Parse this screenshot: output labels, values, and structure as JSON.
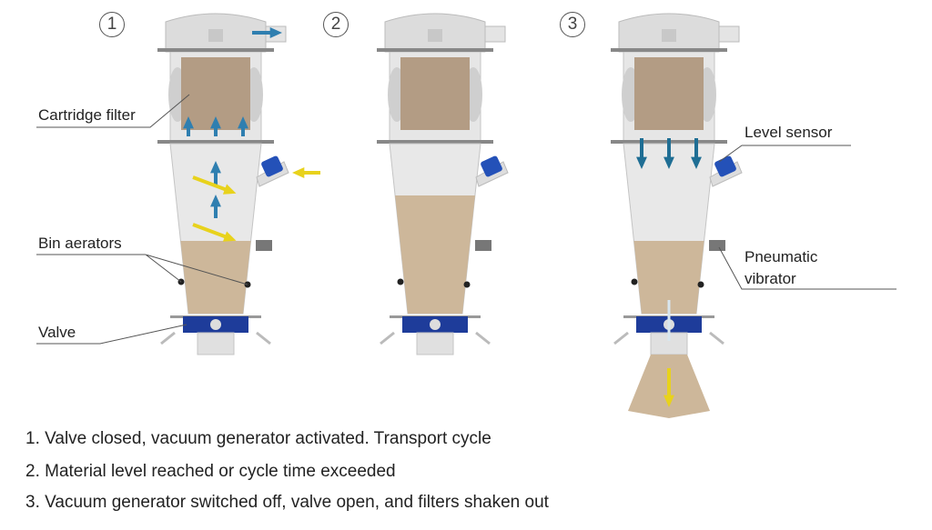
{
  "steps": [
    "1",
    "2",
    "3"
  ],
  "labels": {
    "cartridge_filter": "Cartridge filter",
    "bin_aerators": "Bin aerators",
    "valve": "Valve",
    "level_sensor": "Level sensor",
    "pneumatic_vibrator_1": "Pneumatic",
    "pneumatic_vibrator_2": "vibrator"
  },
  "captions": [
    "1. Valve closed, vacuum generator activated. Transport cycle",
    "2. Material level reached or cycle time exceeded",
    "3. Vacuum generator switched off, valve open, and filters shaken out"
  ],
  "colors": {
    "valve": "#1e3c9a",
    "material": "#cdb79a",
    "filter": "#b39c84",
    "air_arrow": "#2f7fb0",
    "material_arrow": "#e8d21c"
  }
}
